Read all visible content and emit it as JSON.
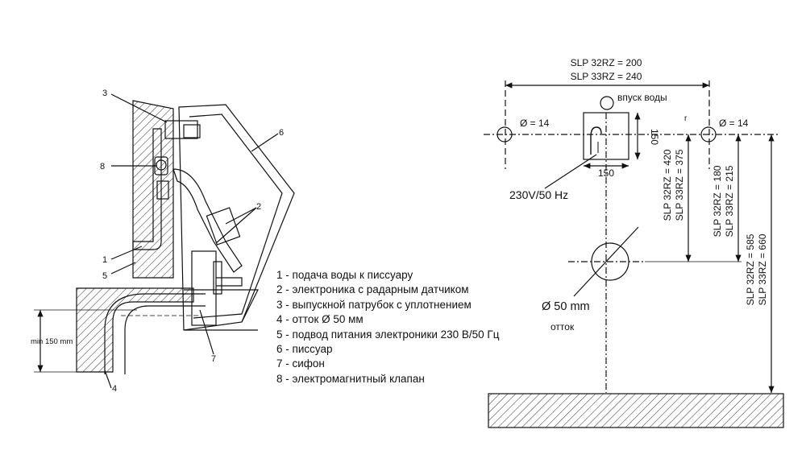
{
  "side_view": {
    "callouts": [
      "3",
      "8",
      "6",
      "2",
      "1",
      "5",
      "7",
      "4"
    ],
    "min_height_label": "min 150 mm"
  },
  "legend": [
    "1 - подача воды к писсуару",
    "2 - электроника с радарным датчиком",
    "3 - выпускной патрубок с уплотнением",
    "4 - отток Ø 50 мм",
    "5 - подвод питания электроники 230 В/50 Гц",
    "6 - писсуар",
    "7 - сифон",
    "8 - электромагнитный клапан"
  ],
  "front_view": {
    "width_dim_line1": "SLP 32RZ = 200",
    "width_dim_line2": "SLP 33RZ = 240",
    "inlet_label": "впуск воды",
    "hole_left_label": "Ø = 14",
    "hole_right_label": "Ø = 14",
    "box_height_label": "150",
    "box_width_label": "150",
    "power_label": "230V/50 Hz",
    "dim_420_375_line1": "SLP 32RZ = 420",
    "dim_420_375_line2": "SLP 33RZ = 375",
    "dim_180_215_line1": "SLP 32RZ = 180",
    "dim_180_215_line2": "SLP 33RZ = 215",
    "dim_585_660_line1": "SLP 32RZ = 585",
    "dim_585_660_line2": "SLP 33RZ = 660",
    "drain_label": "Ø 50 mm",
    "drain_word": "отток",
    "small_mark": "r"
  }
}
